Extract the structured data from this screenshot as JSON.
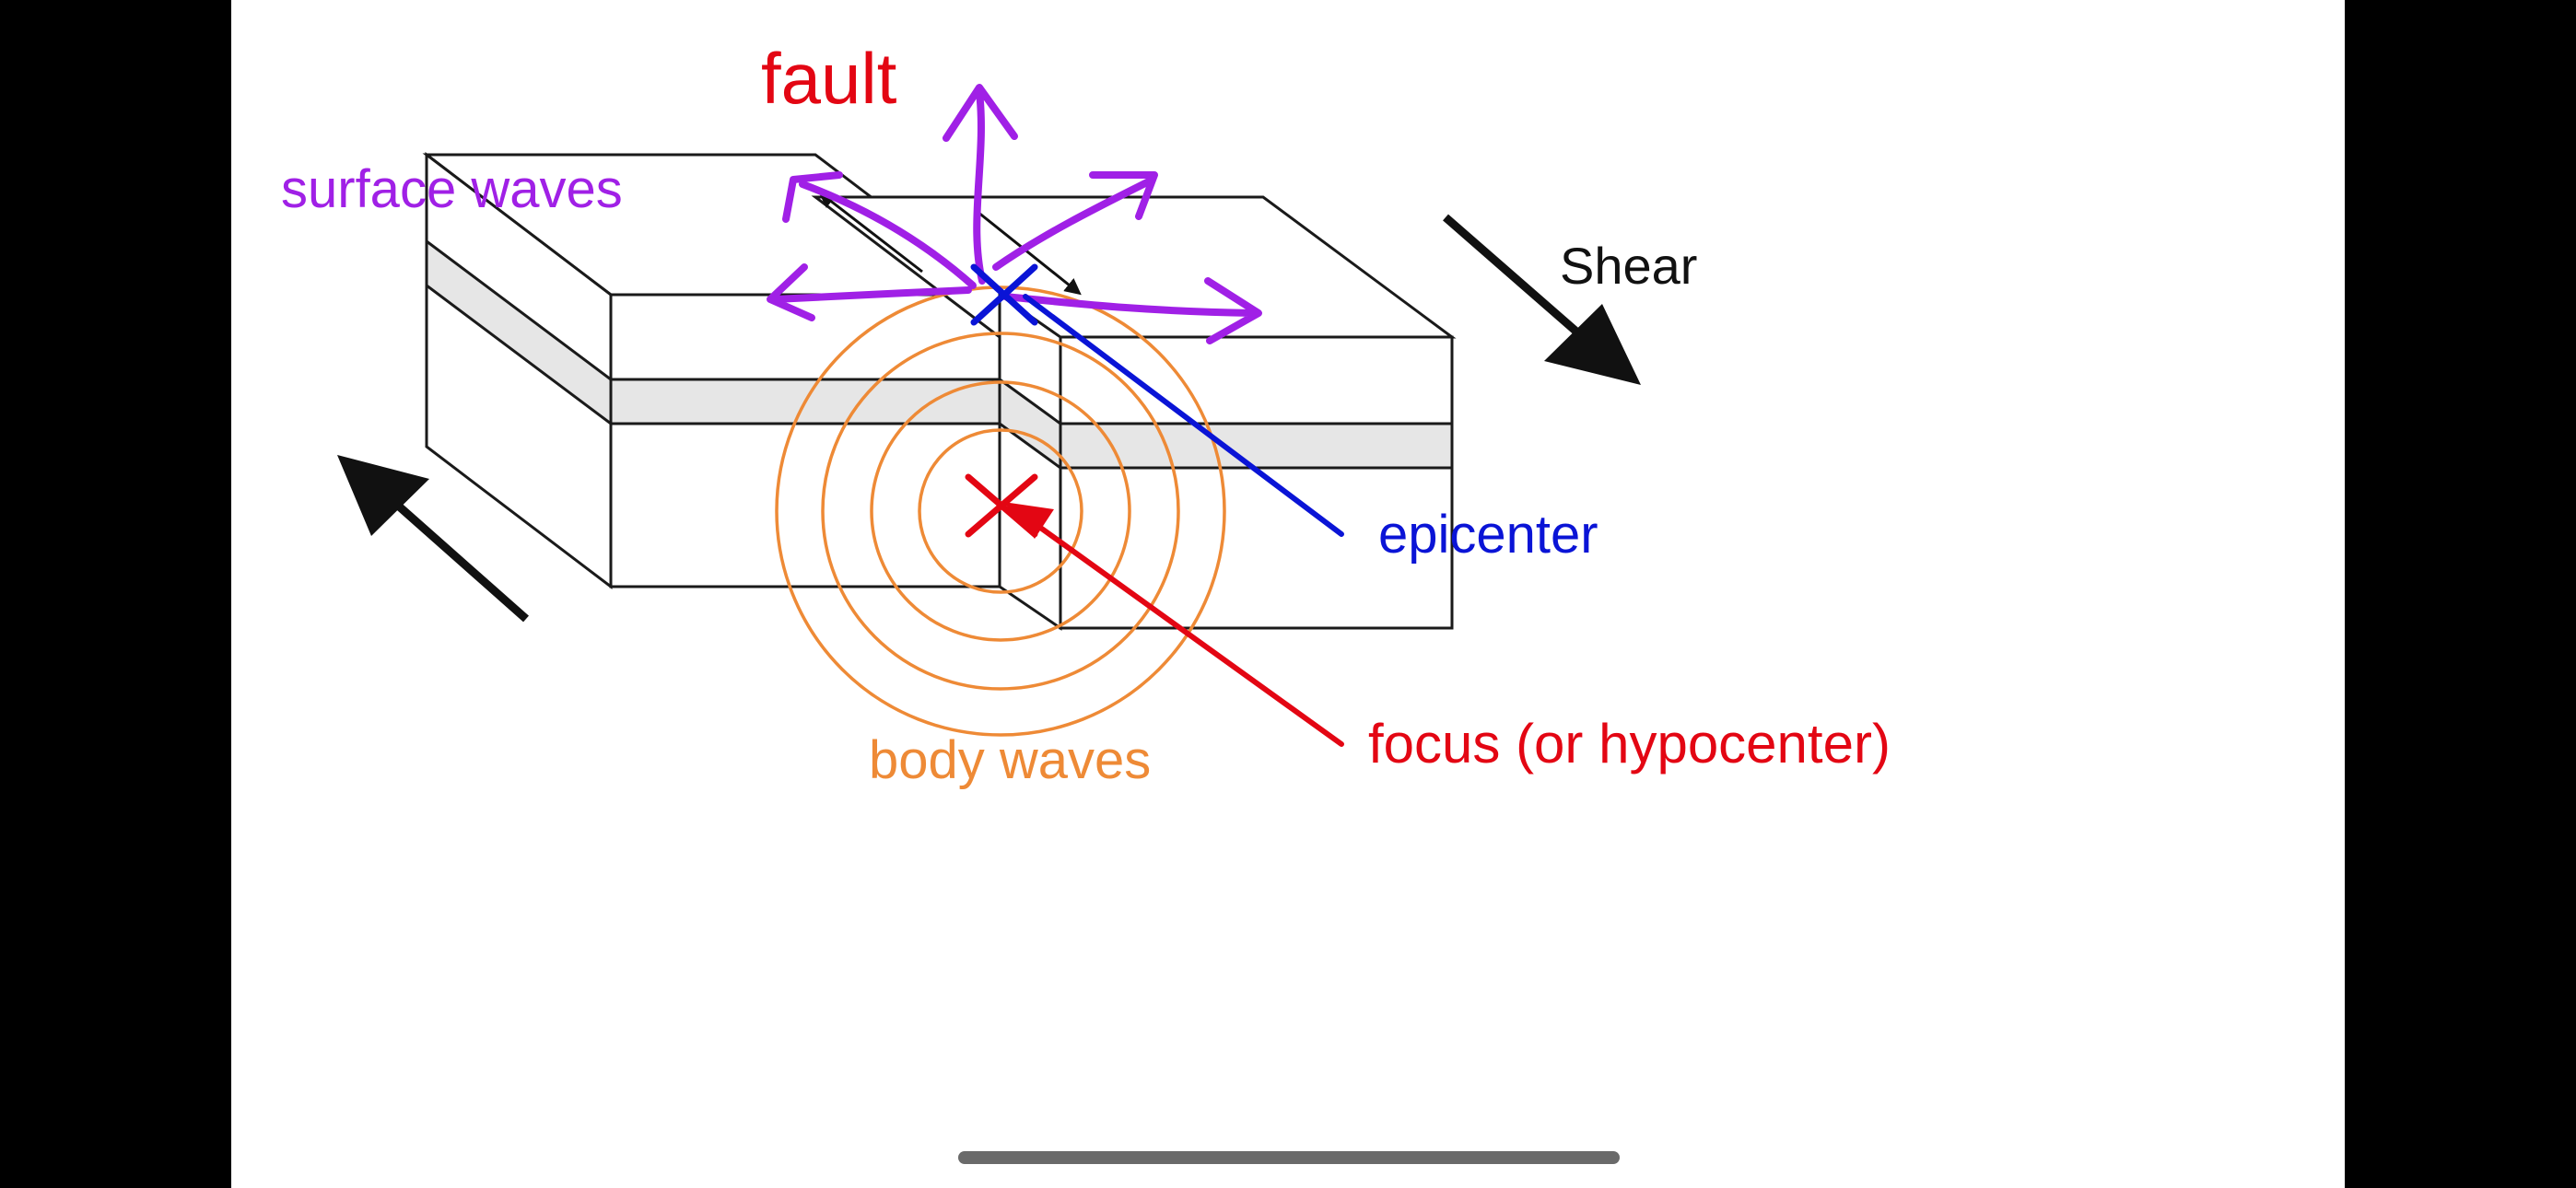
{
  "labels": {
    "fault": "fault",
    "surface_waves": "surface waves",
    "shear": "Shear",
    "epicenter": "epicenter",
    "focus": "focus (or hypocenter)",
    "body_waves": "body waves"
  },
  "colors": {
    "fault": "#e30613",
    "surface_waves": "#a020e6",
    "shear": "#111111",
    "epicenter": "#0a14d6",
    "focus": "#e30613",
    "body_waves": "#ee8a36",
    "layer_band": "#e6e6e6",
    "outline": "#1a1a1a"
  }
}
